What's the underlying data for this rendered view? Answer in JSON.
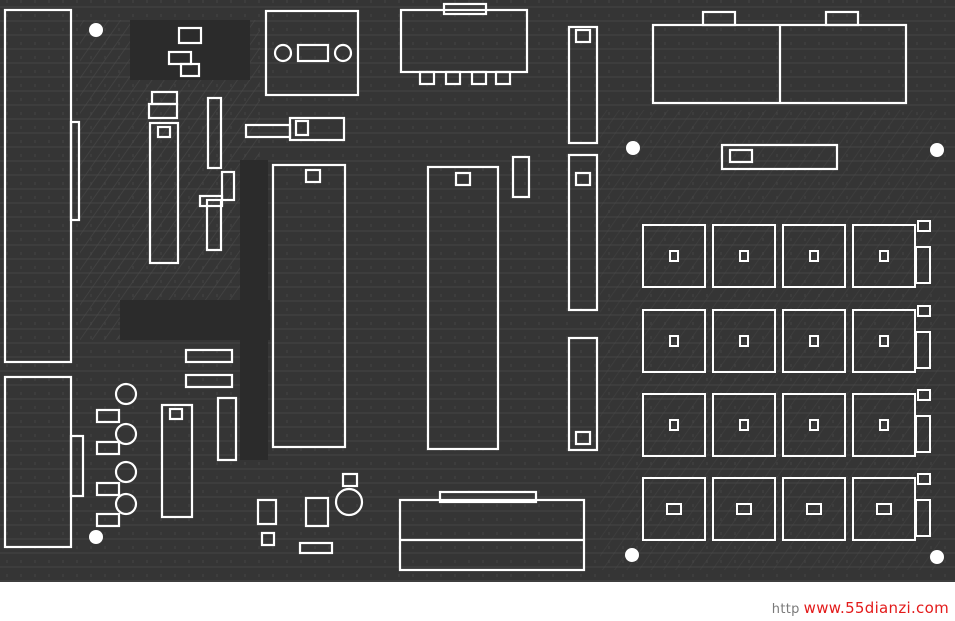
{
  "image": {
    "description_source": "PCB layout (component side silkscreen)"
  },
  "watermark": {
    "prefix": "http",
    "text": "www.55dianzi.com"
  },
  "colors": {
    "board": "#353535",
    "silkscreen": "#ffffff",
    "trace": "#555555",
    "background": "#ffffff"
  }
}
